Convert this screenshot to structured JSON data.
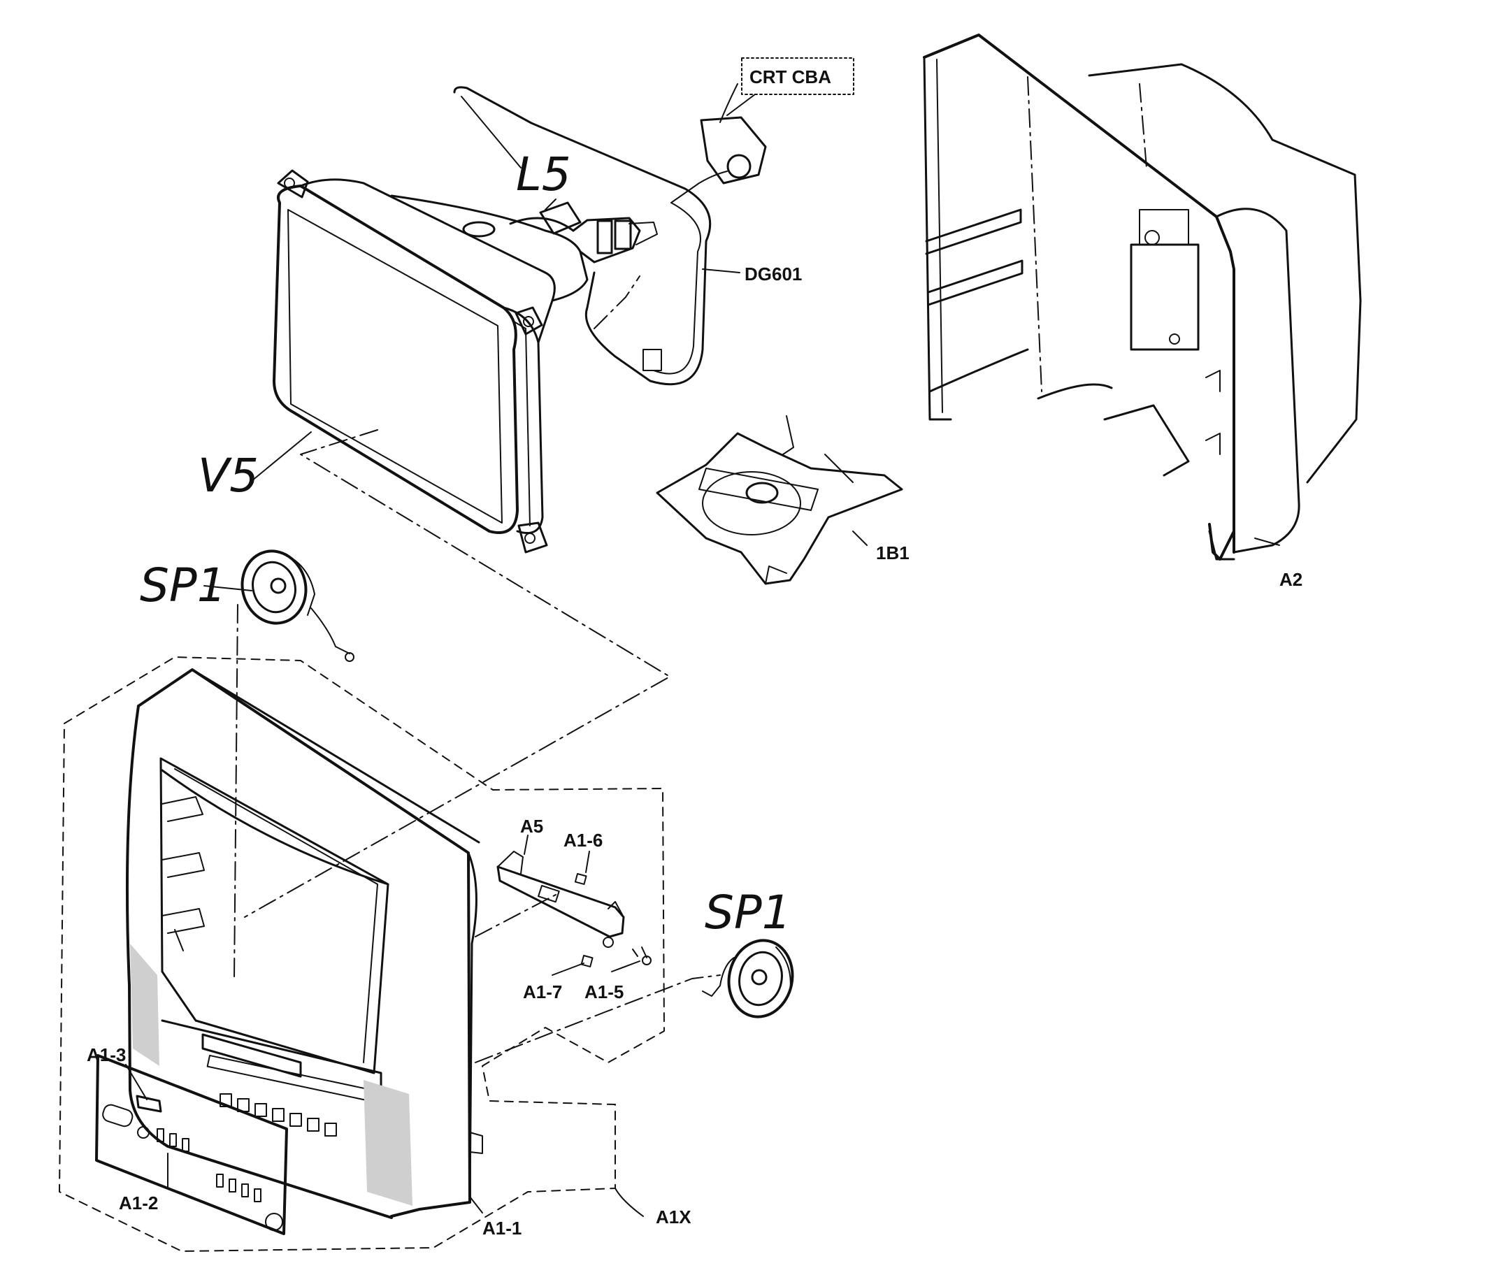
{
  "callouts": {
    "crt_cba": "CRT CBA",
    "l5": "L5",
    "dg601": "DG601",
    "v5": "V5",
    "sp1_left": "SP1",
    "sp1_right": "SP1",
    "b181": "1B1",
    "a2": "A2",
    "a5": "A5",
    "a1_6": "A1-6",
    "a1_7": "A1-7",
    "a1_5": "A1-5",
    "a1_3": "A1-3",
    "a1_2": "A1-2",
    "a1_1": "A1-1",
    "a1x": "A1X"
  }
}
